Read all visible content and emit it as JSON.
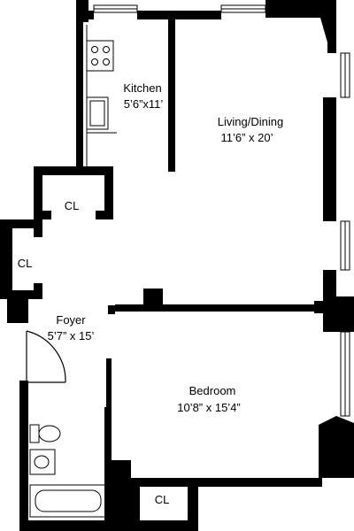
{
  "floorplan": {
    "rooms": {
      "kitchen": {
        "name": "Kitchen",
        "size": "5’6”x11’"
      },
      "living_dining": {
        "name": "Living/Dining",
        "size": "11’6” x 20’"
      },
      "foyer": {
        "name": "Foyer",
        "size": "5’7” x 15’"
      },
      "bedroom": {
        "name": "Bedroom",
        "size": "10’8” x 15’4”"
      }
    },
    "closets": {
      "upper": "CL",
      "left": "CL",
      "bedroom": "CL"
    }
  },
  "colors": {
    "wall": "#000000",
    "background": "#ffffff",
    "fixture_line": "#000000"
  }
}
